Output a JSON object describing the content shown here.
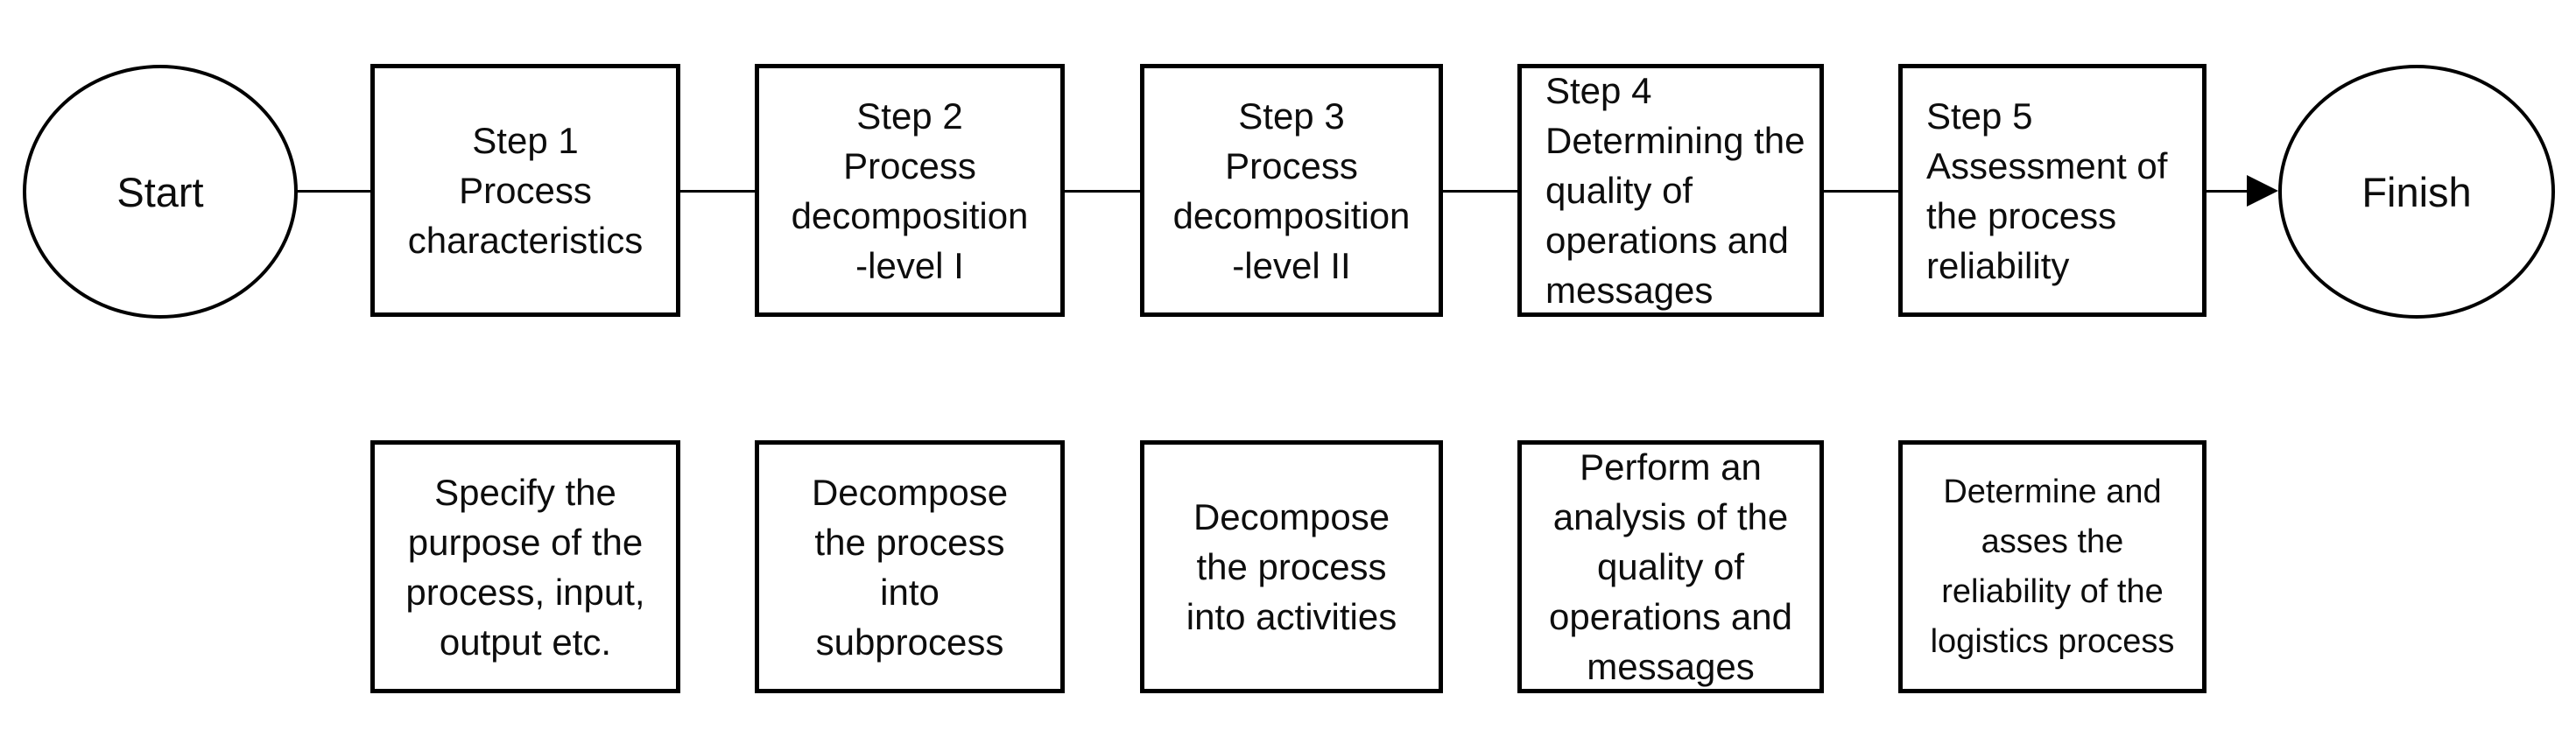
{
  "colors": {
    "stroke": "#000000",
    "text": "#0d0d0d",
    "background": "#ffffff"
  },
  "flowchart": {
    "start": {
      "label": "Start"
    },
    "finish": {
      "label": "Finish"
    },
    "steps": [
      {
        "id": "step-1",
        "title_align": "center",
        "title_lines": [
          "Step 1",
          "Process",
          "characteristics"
        ],
        "description_lines": [
          "Specify the",
          "purpose of the",
          "process, input,",
          "output etc."
        ]
      },
      {
        "id": "step-2",
        "title_align": "center",
        "title_lines": [
          "Step 2",
          "Process",
          "decomposition",
          "-level I"
        ],
        "description_lines": [
          "Decompose",
          "the process",
          "into",
          "subprocess"
        ]
      },
      {
        "id": "step-3",
        "title_align": "center",
        "title_lines": [
          "Step 3",
          "Process",
          "decomposition",
          "-level II"
        ],
        "description_lines": [
          "Decompose",
          "the process",
          "into activities"
        ]
      },
      {
        "id": "step-4",
        "title_align": "left",
        "title_lines": [
          "Step 4",
          "Determining the",
          "quality of",
          "operations and",
          "messages"
        ],
        "description_lines": [
          "Perform an",
          "analysis of the",
          "quality of",
          "operations and",
          "messages"
        ]
      },
      {
        "id": "step-5",
        "title_align": "left",
        "title_lines": [
          "Step 5",
          "Assessment of",
          "the process",
          "reliability"
        ],
        "description_lines": [
          "Determine and",
          "asses the",
          "reliability of the",
          "logistics process"
        ]
      }
    ]
  }
}
